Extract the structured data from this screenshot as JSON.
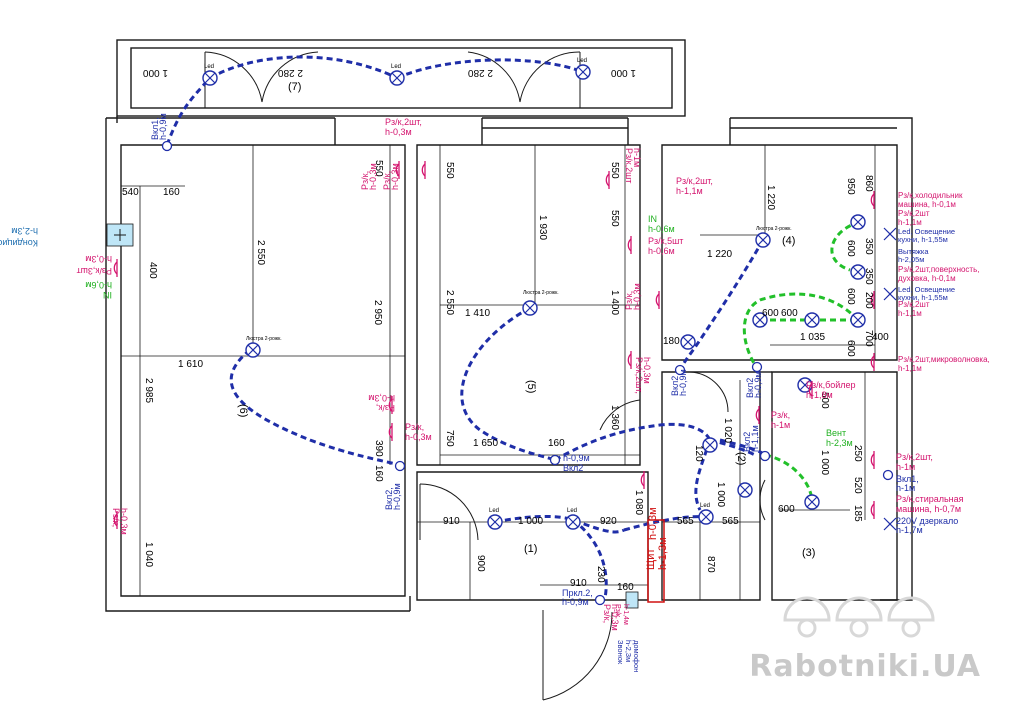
{
  "colors": {
    "walls": "#1a1a1a",
    "wiring": "#1f2ea8",
    "wiring_green": "#22c02a",
    "sockets": "#d4146e",
    "switches": "#1f2ea8",
    "in_label": "#20b020",
    "panel": "#d01010",
    "dims": "#000000"
  },
  "watermark": "Rabotniki.UA",
  "room_numbers": {
    "r1": "(1)",
    "r2": "(2)",
    "r3": "(3)",
    "r4": "(4)",
    "r5": "(5)",
    "r6": "(6)",
    "r7": "(7)"
  },
  "dimensions": {
    "d1000a": "1 000",
    "d2280a": "2 280",
    "d2280b": "2 280",
    "d1000b": "1 000",
    "d540": "540",
    "d160a": "160",
    "d400": "400",
    "d2550a": "2 550",
    "d2950": "2 950",
    "d1610": "1 610",
    "d2985": "2 985",
    "d1040": "1 040",
    "d550a": "550",
    "d390": "390",
    "d160b": "160",
    "d550b": "550",
    "d1930": "1 930",
    "d2550b": "2 550",
    "d1410": "1 410",
    "d550c": "550",
    "d550d": "550",
    "d1400": "1 400",
    "d750": "750",
    "d1650": "1 650",
    "d160c": "160",
    "d1360": "1 360",
    "d1220a": "1 220",
    "d1220b": "1 220",
    "d180": "180",
    "d950": "950",
    "d860": "860",
    "d600a": "600",
    "d350a": "350",
    "d350b": "350",
    "d600b": "600",
    "d200": "200",
    "d600c": "600",
    "d700": "700",
    "d1035": "1 035",
    "d600d": "600",
    "d400b": "400",
    "d600e": "600",
    "d910a": "910",
    "d1000c": "1 000",
    "d920": "920",
    "d900": "900",
    "d910b": "910",
    "d230": "230",
    "d160d": "160",
    "d1080": "1 080",
    "d120": "120",
    "d565a": "565",
    "d565b": "565",
    "d870": "870",
    "d1000d": "1 000",
    "d1020": "1 020",
    "d500": "500",
    "d1000e": "1 000",
    "d600f": "600",
    "d520": "520",
    "d185": "185",
    "d250": "250"
  },
  "labels": {
    "vkl1_top": "Вкл1,",
    "vkl1_top_h": "h-0,9м",
    "rz_top": "Рз/к,2шт,",
    "rz_top_h": "h-0,3м",
    "kond": "Кондиционер",
    "kond_h": "h-2,3м",
    "rz3sht_left": "Рз/к,3шт",
    "rz3sht_left_h": "h-0,3м",
    "in_left": "IN",
    "in_left_h": "h-0,6м",
    "rz_left_low": "Рз/к,",
    "rz_left_low_h": "h-0,3м",
    "lyustra6": "Люстра 2-рожк.",
    "rz_c1": "Рз/к,",
    "rz_c1_h": "h-0,3м",
    "rz_c2": "Рз/к,",
    "rz_c2_h": "h-0,3м",
    "rz_c3": "Рз/к,",
    "rz_c3_h": "h-0,3м",
    "rz_c4": "Рз/к,",
    "rz_c4_h": "h-0,3м",
    "vkl2_left": "Вкл2,",
    "vkl2_left_h": "h-0,9м",
    "rz_r5a": "Рз/к,2шт",
    "rz_r5a_h": "h-1м",
    "in_r5": "IN",
    "in_r5_h": "h-0,6м",
    "rz5sht": "Рз/к,5шт",
    "rz5sht_h": "h-0,6м",
    "lyustra5": "Люстра 2-рожк.",
    "rz_r5b": "Рз/к,2шт,",
    "rz_r5b_h": "h-0,3м",
    "vkl2_mid": "Вкл2",
    "vkl2_mid_h": "h-0,9м",
    "rz2sht_k": "Рз/к,2шт,",
    "rz2sht_k_h": "h-1,1м",
    "lyustra4": "Люстра 2-рожк.",
    "rz_k1": "Рз/к,",
    "rz_k1_h": "h-0,3м",
    "vkl2_k": "Вкл2",
    "vkl2_k_h": "h-0,9м",
    "hol_label": "Рз/к,холодильник",
    "hol_h": "машина, h-0,1м",
    "rz2sht_r": "Рз/к,2шт",
    "rz2sht_r_h": "h-1,1м",
    "led1": "Led, Освещение",
    "led1_h": "кухни, h-1,55м",
    "vytyazhka": "Вытяжка",
    "vytyazhka_h": "h-2,05м",
    "pov": "Рз/к,2шт,поверхность,",
    "pov_h": "духовка, h-0,1м",
    "led2": "Led, Освещение",
    "led2_h": "кухни, h-1,55м",
    "rz2sht_r2": "Рз/к,2шт",
    "rz2sht_r2_h": "h-1,1м",
    "mikro": "Рз/к,2шт,микроволновка,",
    "mikro_h": "h-1,1м",
    "vkl2_bath": "Вкл2",
    "vkl2_bath_h": "h-0,9м",
    "boiler": "Рз/к,бойлер",
    "boiler_h": "h-1,8м",
    "rz_bath": "Рз/к,",
    "rz_bath_h": "h-1м",
    "vent": "Вент",
    "vent_h": "h-2,3м",
    "prkl2_b": "Вкл2",
    "prkl2_b_h": "h-1,1м",
    "rz2sht_b": "Рз/к,2шт,",
    "rz2sht_b_h": "h-1м",
    "vkl1_b": "Вкл1,",
    "vkl1_b_h": "h-1м",
    "stiral": "Рз/к,стиральная",
    "stiral_h": "машина, h-0,7м",
    "zerkalo": "220V дзеркало",
    "zerkalo_h": "h-1,7м",
    "vkl2_hall": "Вкл2",
    "vkl2_hall_h": "h-0,9м",
    "shchit": "Щит",
    "shchit_h": "h-1,3м",
    "shchit_h2": "h-0,3м",
    "prkl2": "Пркл.2,",
    "prkl2_h": "h-0,9м",
    "rz_hall": "Рз/к,",
    "rz_hall_h": "h-0,3м",
    "rz_hall2": "Рз/к,",
    "rz_hall2_h": "h-1,4м",
    "zvonok": "Звонок",
    "zvonok_h": "h-2,3м",
    "domofon": "домофон",
    "led": "Led"
  }
}
